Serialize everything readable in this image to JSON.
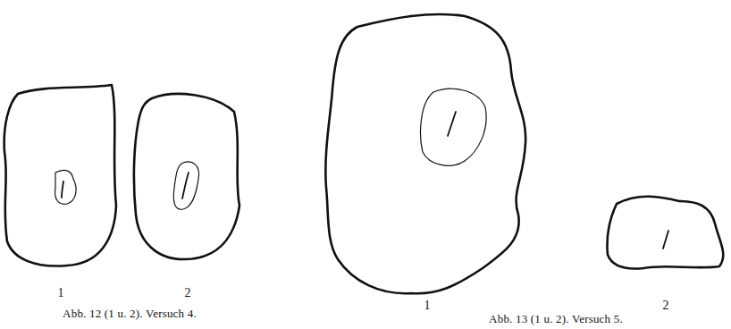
{
  "diagram": {
    "labels": [
      "1",
      "2",
      "Abb. 12 (1 u. 2). Versuch 4.",
      "1",
      "2",
      "Abb. 13 (1 u. 2). Versuch 5."
    ]
  }
}
